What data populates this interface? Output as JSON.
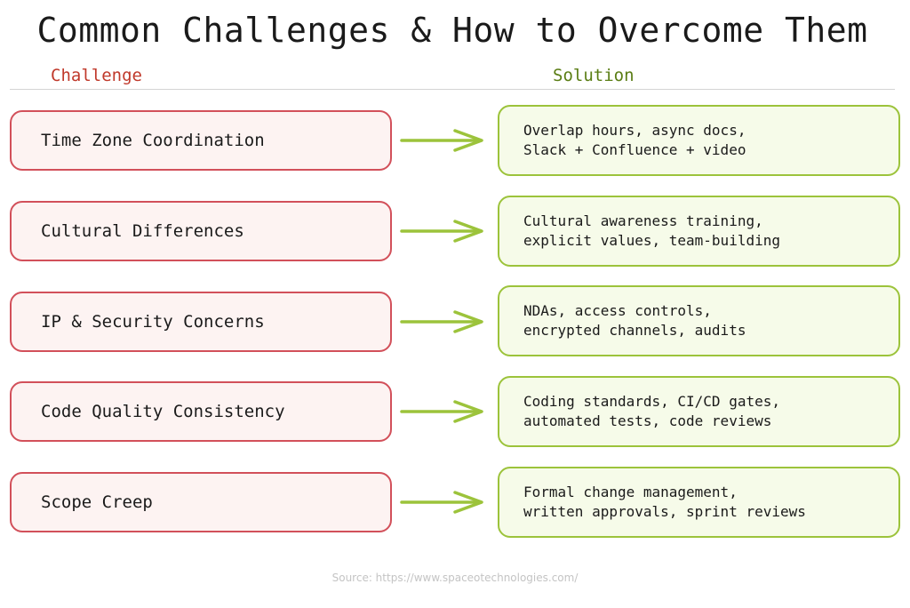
{
  "title": "Common Challenges & How to Overcome Them",
  "columns": {
    "challenge_label": "Challenge",
    "solution_label": "Solution"
  },
  "colors": {
    "challenge_border": "#d2505a",
    "challenge_fill": "#fdf3f2",
    "challenge_header": "#c0392b",
    "solution_border": "#9cc33b",
    "solution_fill": "#f6fbe9",
    "solution_header": "#5a7d14",
    "arrow": "#9cc33b"
  },
  "rows": [
    {
      "challenge": "Time Zone Coordination",
      "solution": [
        "Overlap hours, async docs,",
        "Slack + Confluence + video"
      ]
    },
    {
      "challenge": "Cultural Differences",
      "solution": [
        "Cultural awareness training,",
        "explicit values, team-building"
      ]
    },
    {
      "challenge": "IP & Security Concerns",
      "solution": [
        "NDAs, access controls,",
        "encrypted channels, audits"
      ]
    },
    {
      "challenge": "Code Quality Consistency",
      "solution": [
        "Coding standards, CI/CD gates,",
        "automated tests, code reviews"
      ]
    },
    {
      "challenge": "Scope Creep",
      "solution": [
        "Formal change management,",
        "written approvals, sprint reviews"
      ]
    }
  ],
  "source": "Source: https://www.spaceotechnologies.com/"
}
